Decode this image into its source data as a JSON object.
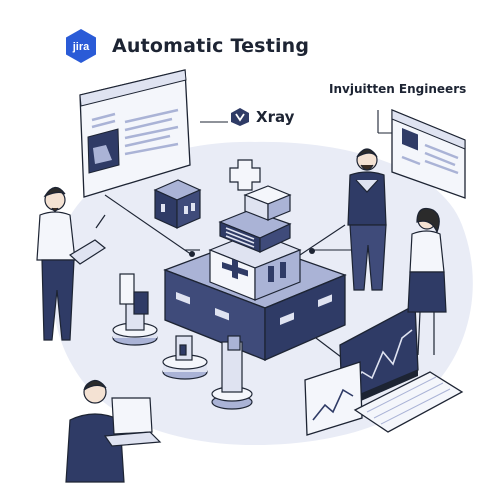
{
  "header": {
    "logo_text": "jira",
    "title": "Automatic Testing"
  },
  "xray": {
    "label": "Xray"
  },
  "engineers_label": "Invjuitten Engineers",
  "colors": {
    "brand_blue": "#2a5bd7",
    "navy": "#2f3b66",
    "periwinkle": "#aab3d6",
    "blob": "#e9ecf6",
    "outline": "#1d2433"
  }
}
